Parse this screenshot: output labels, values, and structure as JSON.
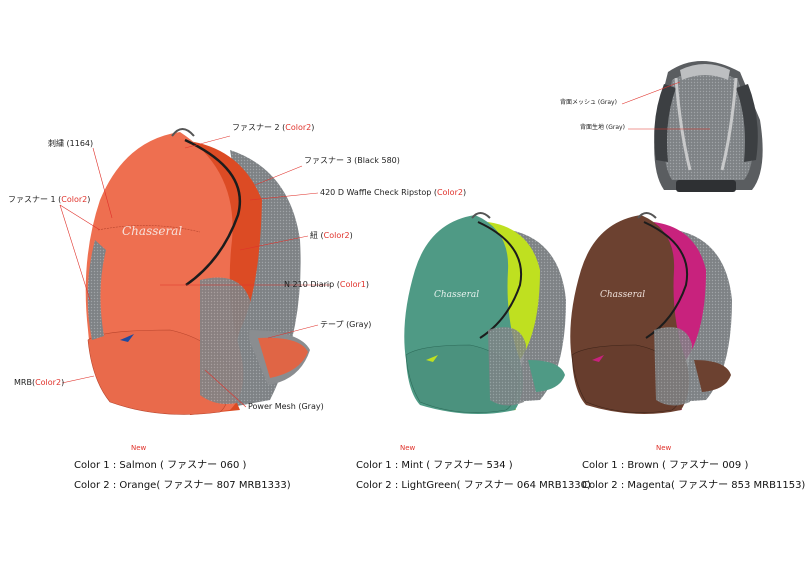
{
  "brand_script": "Chasseral",
  "colors": {
    "salmon": "#ec6e4f",
    "orange": "#de4a22",
    "mint": "#4f9a85",
    "lightgreen": "#bfe020",
    "brown": "#6c4130",
    "magenta": "#c8227d",
    "gray": "#8a8d90",
    "red": "#e0322b"
  },
  "back_view_labels": {
    "mesh": "背面メッシュ (Gray)",
    "back_fabric": "背面生地 (Gray)"
  },
  "callouts": [
    {
      "id": "zipper2",
      "prefix": "ファスナー 2 (",
      "accent": "Color2",
      "suffix": ")"
    },
    {
      "id": "embroidery",
      "prefix": "刺繍 (1164)",
      "accent": "",
      "suffix": ""
    },
    {
      "id": "zipper3",
      "prefix": "ファスナー 3 (Black 580)",
      "accent": "",
      "suffix": ""
    },
    {
      "id": "zipper1",
      "prefix": "ファスナー 1 (",
      "accent": "Color2",
      "suffix": ")"
    },
    {
      "id": "ripstop",
      "prefix": "420 D Waffle Check Ripstop (",
      "accent": "Color2",
      "suffix": ")"
    },
    {
      "id": "cord",
      "prefix": "紐 (",
      "accent": "Color2",
      "suffix": ")"
    },
    {
      "id": "diarip",
      "prefix": "N 210 Diarip (",
      "accent": "Color1",
      "suffix": ")"
    },
    {
      "id": "tape",
      "prefix": "テープ (Gray)",
      "accent": "",
      "suffix": ""
    },
    {
      "id": "mrb",
      "prefix": "MRB(",
      "accent": "Color2",
      "suffix": ")"
    },
    {
      "id": "powermesh",
      "prefix": "Power Mesh (Gray)",
      "accent": "",
      "suffix": ""
    }
  ],
  "variants": [
    {
      "new_label": "New",
      "color1": "Color 1 : Salmon ( ファスナー 060 )",
      "color2": "Color 2 : Orange( ファスナー 807  MRB1333)"
    },
    {
      "new_label": "New",
      "color1": "Color 1 : Mint ( ファスナー 534 )",
      "color2": "Color 2 : LightGreen( ファスナー 064  MRB1330)"
    },
    {
      "new_label": "New",
      "color1": "Color 1 : Brown ( ファスナー 009 )",
      "color2": "Color 2 : Magenta( ファスナー 853  MRB1153)"
    }
  ]
}
